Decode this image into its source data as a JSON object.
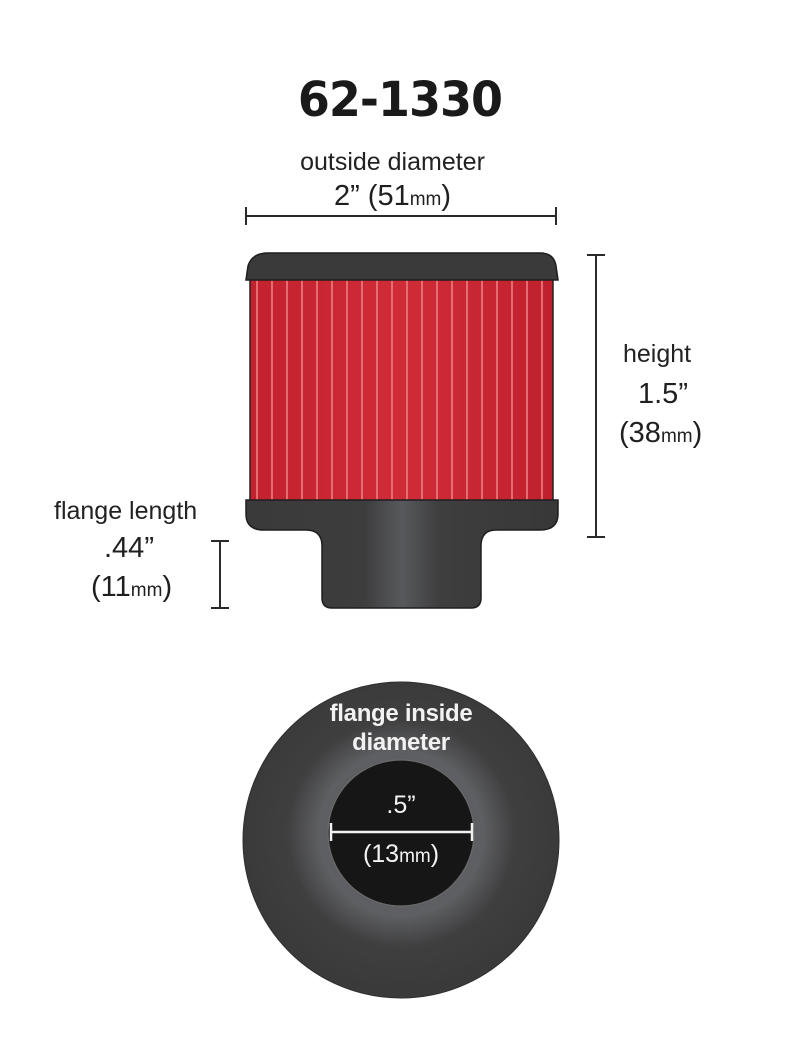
{
  "title": "62-1330",
  "outside_diameter": {
    "label": "outside diameter",
    "inches": "2”",
    "open": "(",
    "mm_value": "51",
    "mm_unit": "mm",
    "close": ")"
  },
  "height": {
    "label": "height",
    "inches": "1.5”",
    "open": "(",
    "mm_value": "38",
    "mm_unit": "mm",
    "close": ")"
  },
  "flange_length": {
    "label": "flange length",
    "inches": ".44”",
    "open": "(",
    "mm_value": "11",
    "mm_unit": "mm",
    "close": ")"
  },
  "flange_inside_diameter": {
    "label_line1": "flange inside",
    "label_line2": "diameter",
    "inches": ".5”",
    "open": "(",
    "mm_value": "13",
    "mm_unit": "mm",
    "close": ")"
  },
  "colors": {
    "filter_red": "#cc2a36",
    "pleat_line": "#e8797c",
    "cap_dark": "#3a3a3a",
    "flange_highlight": "#55575a",
    "hole_black": "#161616",
    "dimension_line": "#2a2a2a"
  }
}
